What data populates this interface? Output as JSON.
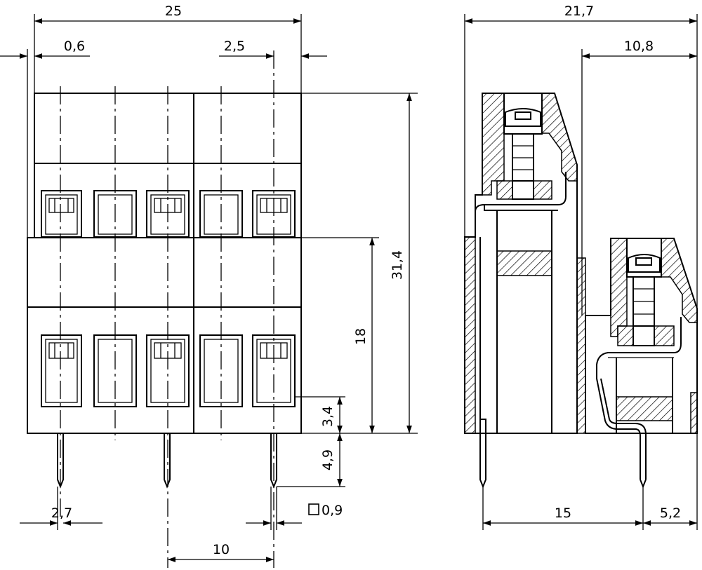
{
  "front_view": {
    "dims": {
      "overall_width": "25",
      "edge_offset": "0,6",
      "pitch_top": "2,5",
      "height_total": "31,4",
      "height_tier": "18",
      "height_lower": "3,4",
      "pin_length": "4,9",
      "pin_offset": "2,7",
      "pin_square": "0,9",
      "pin_pitch": "10"
    }
  },
  "side_view": {
    "dims": {
      "overall_depth": "21,7",
      "upper_offset": "10,8",
      "pin_spacing": "15",
      "pin_edge": "5,2"
    }
  }
}
